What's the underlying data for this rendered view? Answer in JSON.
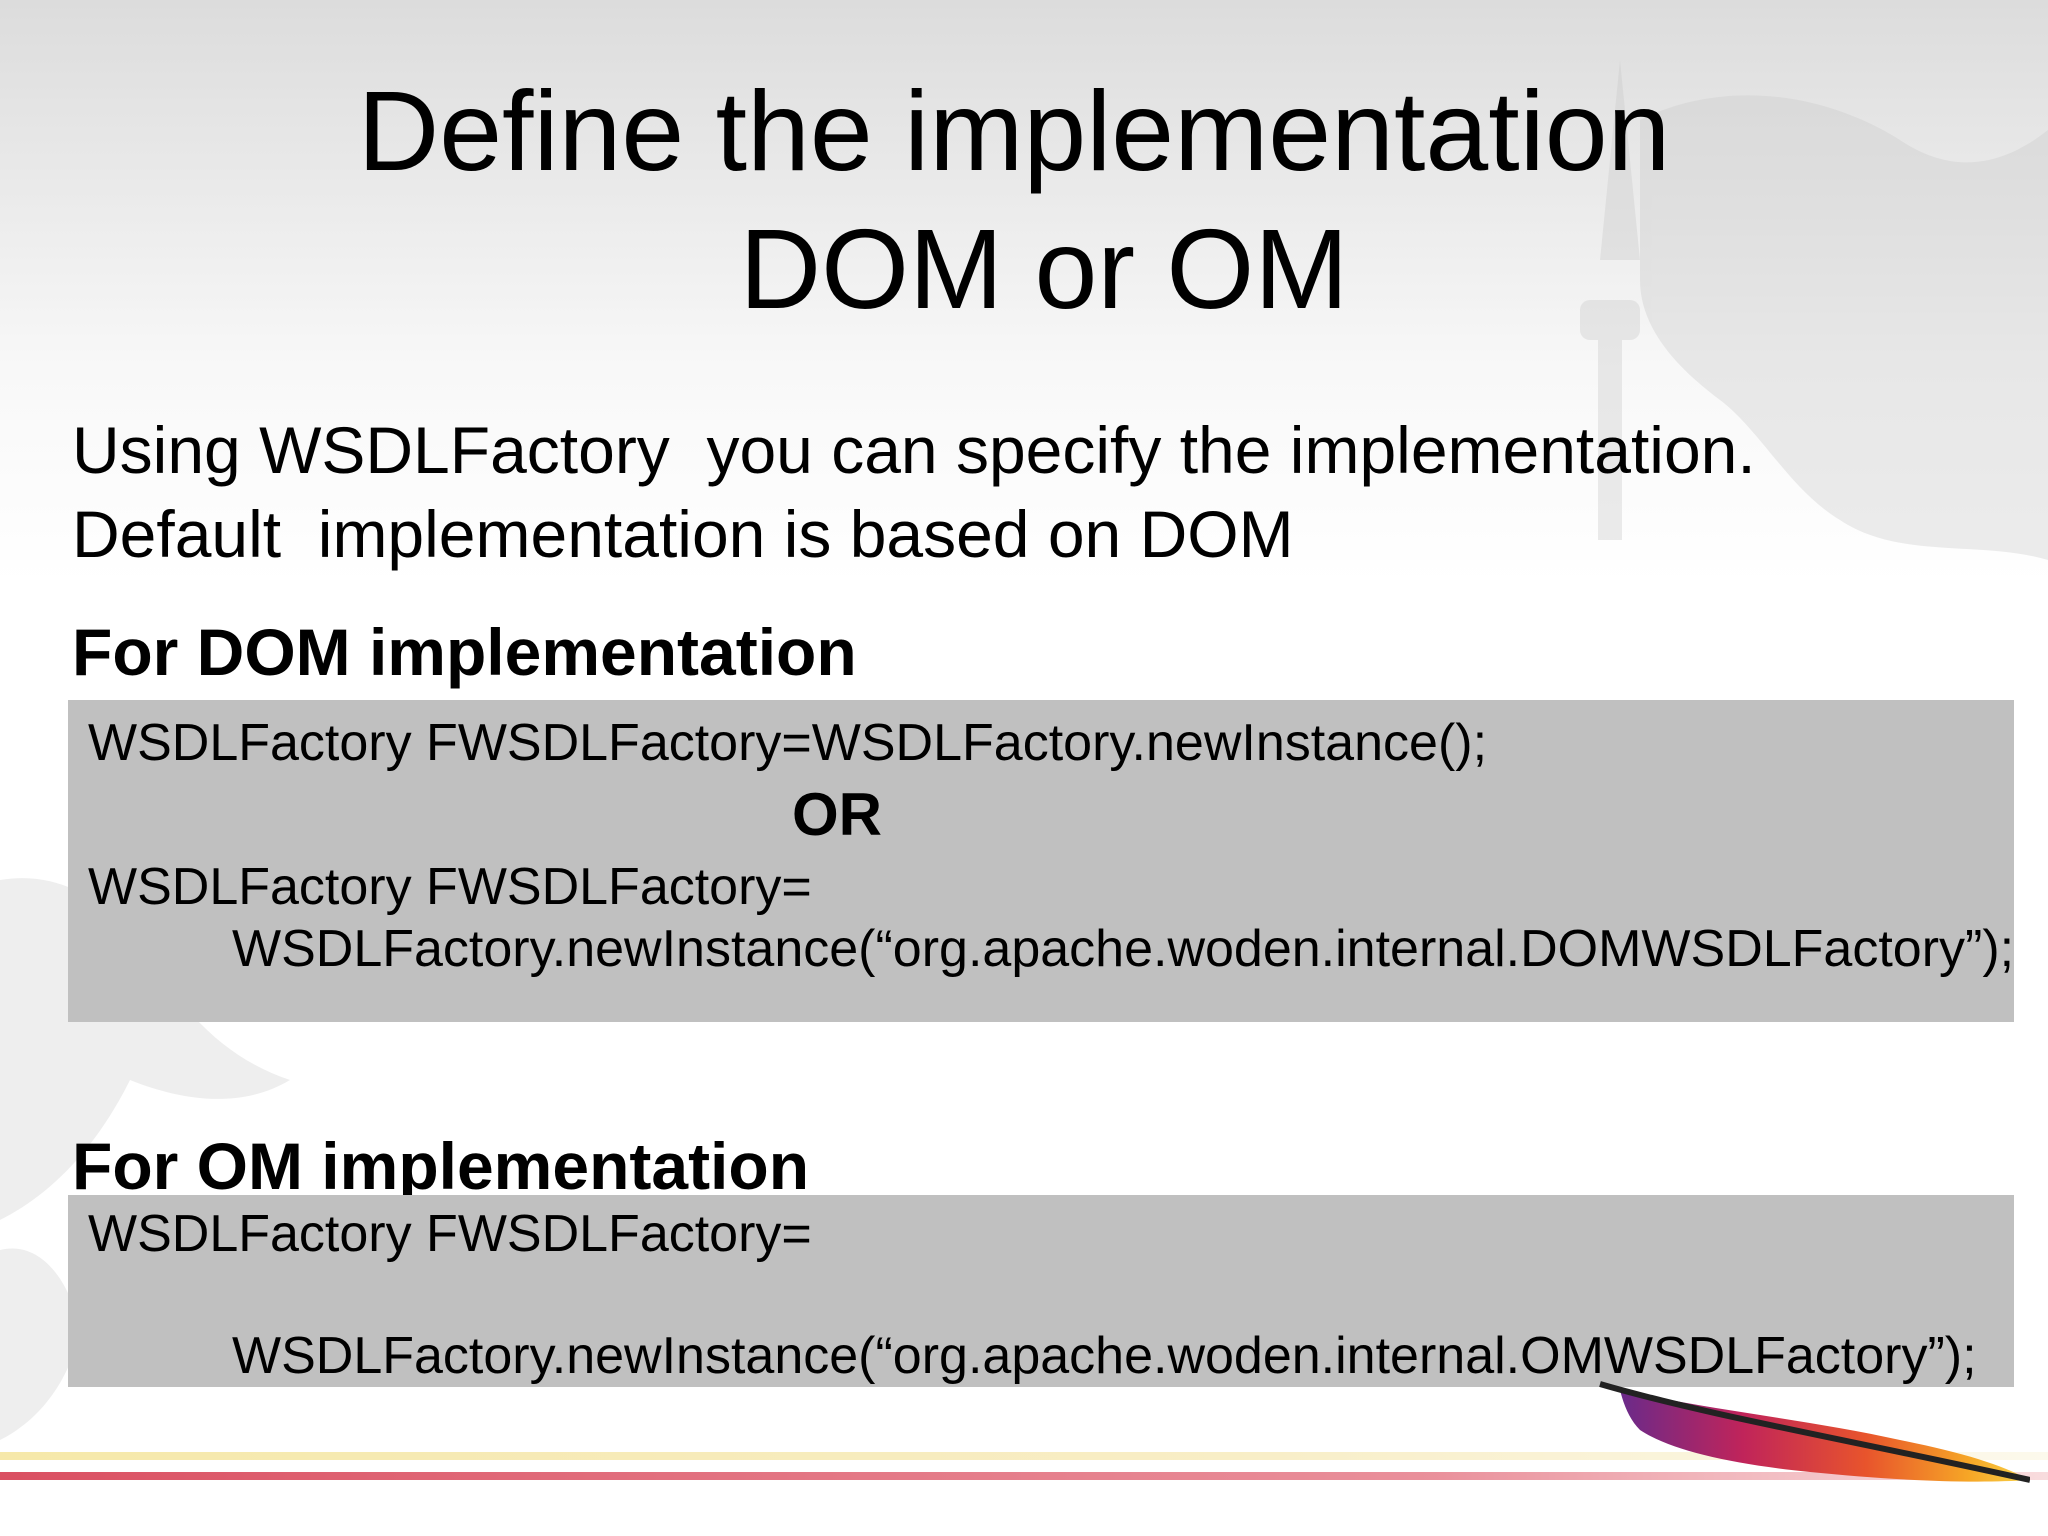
{
  "slide": {
    "title_line1": "Define the implementation",
    "title_line2": "DOM or OM",
    "intro_line1": "Using WSDLFactory  you can specify the implementation.",
    "intro_line2": "Default  implementation is based on DOM",
    "dom_section": {
      "heading": "For DOM implementation",
      "code_line1": "WSDLFactory FWSDLFactory=WSDLFactory.newInstance();",
      "or_label": "OR",
      "code_line2": "WSDLFactory FWSDLFactory=",
      "code_line3": "WSDLFactory.newInstance(“org.apache.woden.internal.DOMWSDLFactory”);"
    },
    "om_section": {
      "heading": "For OM implementation",
      "code_line1": "WSDLFactory FWSDLFactory=",
      "code_line2": "WSDLFactory.newInstance(“org.apache.woden.internal.OMWSDLFactory”);"
    },
    "colors": {
      "code_background": "#c0c0c0",
      "stripe_red": "#c8283c",
      "stripe_yellow": "#f0d060"
    },
    "icons": [
      "dragon-watermark-icon",
      "apache-feather-logo-icon"
    ]
  }
}
